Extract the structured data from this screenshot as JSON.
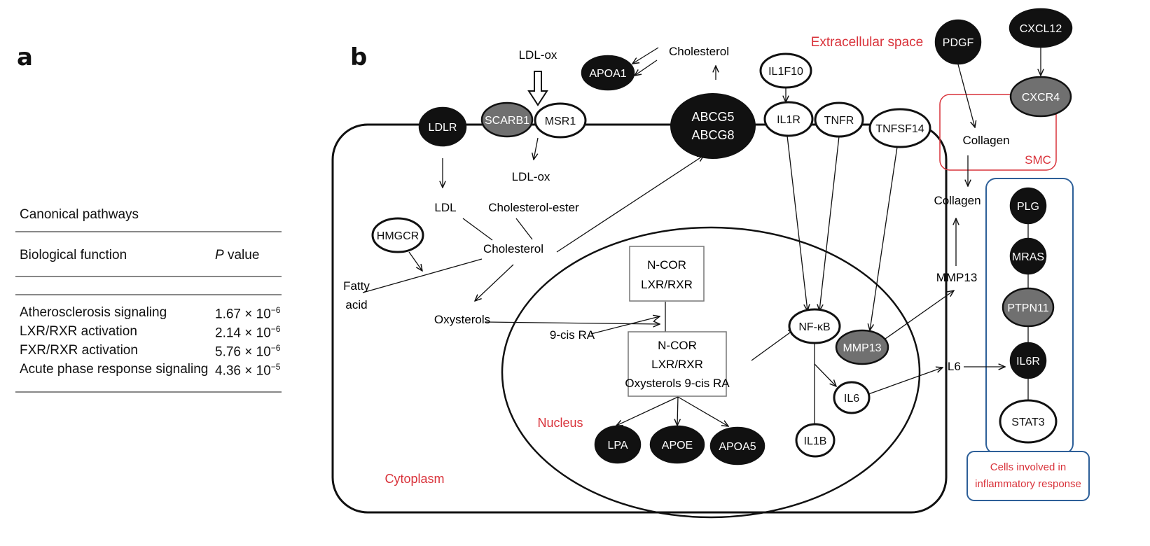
{
  "panels": {
    "a": "a",
    "b": "b"
  },
  "table": {
    "caption": "Canonical pathways",
    "col1": "Biological function",
    "col2_italic": "P",
    "col2_rest": " value",
    "rows": [
      {
        "name": "Atherosclerosis signaling",
        "mant": "1.67 × 10",
        "exp": "−6"
      },
      {
        "name": "LXR/RXR activation",
        "mant": "2.14 × 10",
        "exp": "−6"
      },
      {
        "name": "FXR/RXR activation",
        "mant": "5.76 × 10",
        "exp": "−6"
      },
      {
        "name": "Acute phase response signaling",
        "mant": "4.36 × 10",
        "exp": "−5"
      }
    ]
  },
  "diagram": {
    "compartments": {
      "extracellular": "Extracellular space",
      "smc": "SMC",
      "nucleus": "Nucleus",
      "cytoplasm": "Cytoplasm",
      "inflammatory_1": "Cells involved in",
      "inflammatory_2": "inflammatory response"
    },
    "nodes": {
      "ldlr": "LDLR",
      "scarb1": "SCARB1",
      "msr1": "MSR1",
      "abcg5": "ABCG5",
      "abcg8": "ABCG8",
      "apoa1": "APOA1",
      "il1f10": "IL1F10",
      "il1r": "IL1R",
      "tnfr": "TNFR",
      "tnfsf14": "TNFSF14",
      "pdgf": "PDGF",
      "cxcl12": "CXCL12",
      "cxcr4": "CXCR4",
      "hmgcr": "HMGCR",
      "nfkb": "NF-κB",
      "mmp13": "MMP13",
      "il6": "IL6",
      "il1b": "IL1B",
      "lpa": "LPA",
      "apoe": "APOE",
      "apoa5": "APOA5",
      "plg": "PLG",
      "mras": "MRAS",
      "ptpn11": "PTPN11",
      "il6r": "IL6R",
      "stat3": "STAT3"
    },
    "labels": {
      "ldlox_top": "LDL-ox",
      "ldlox_in": "LDL-ox",
      "cholesterol_top": "Cholesterol",
      "ldl": "LDL",
      "chol_ester": "Cholesterol-ester",
      "cholesterol": "Cholesterol",
      "fatty": "Fatty",
      "acid": "acid",
      "oxysterols": "Oxysterols",
      "ninecis": "9-cis RA",
      "collagen_smc": "Collagen",
      "collagen_out": "Collagen",
      "mmp13_out": "MMP13",
      "il6_out": "IL6"
    },
    "boxes": {
      "ncor1": "N-COR",
      "lxr1": "LXR/RXR",
      "ncor2": "N-COR",
      "lxr2": "LXR/RXR",
      "oxy2": "Oxysterols 9-cis RA"
    }
  }
}
